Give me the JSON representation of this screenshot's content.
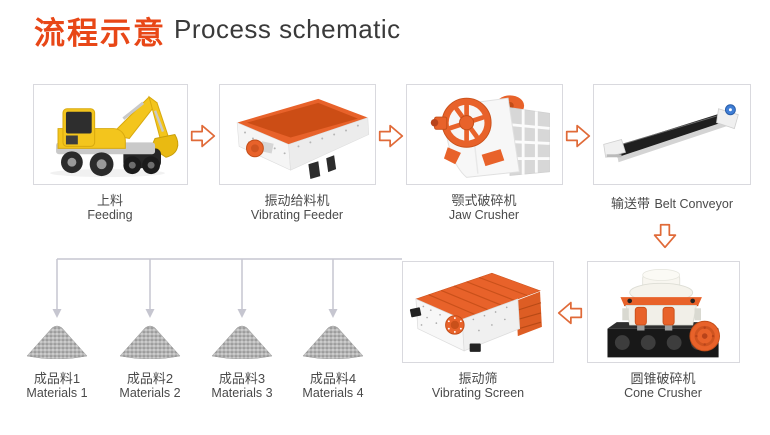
{
  "title": {
    "zh": "流程示意",
    "en": "Process schematic"
  },
  "top_row": [
    {
      "zh": "上料",
      "en": "Feeding"
    },
    {
      "zh": "振动给料机",
      "en": "Vibrating Feeder"
    },
    {
      "zh": "颚式破碎机",
      "en": "Jaw Crusher"
    },
    {
      "zh": "输送带",
      "en": "Belt Conveyor"
    }
  ],
  "bottom_row": [
    {
      "zh": "振动筛",
      "en": "Vibrating Screen"
    },
    {
      "zh": "圆锥破碎机",
      "en": "Cone Crusher"
    }
  ],
  "materials": [
    {
      "zh": "成品料1",
      "en": "Materials 1"
    },
    {
      "zh": "成品料2",
      "en": "Materials 2"
    },
    {
      "zh": "成品料3",
      "en": "Materials 3"
    },
    {
      "zh": "成品料4",
      "en": "Materials 4"
    }
  ],
  "icons": {
    "flow_arrow": "hollow-orange-arrow",
    "connector": "gray-split-arrows"
  },
  "colors": {
    "accent_red": "#e84717",
    "machine_orange": "#e8622a",
    "arrow_orange": "#e06a38",
    "text_dark": "#3a3a3a",
    "label_gray": "#4a4a4a",
    "connector_gray": "#c6c6d0",
    "box_border": "#d9d9de",
    "excavator_yellow": "#f3c51d"
  }
}
